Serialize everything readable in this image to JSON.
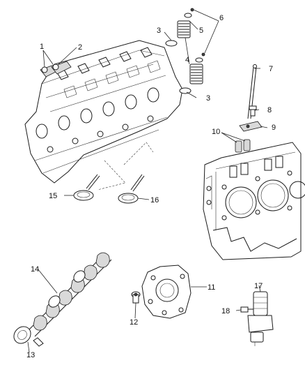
{
  "callouts": {
    "c1": "1",
    "c2": "2",
    "c3a": "3",
    "c3b": "3",
    "c4": "4",
    "c5": "5",
    "c6": "6",
    "c7": "7",
    "c8": "8",
    "c9": "9",
    "c10": "10",
    "c11": "11",
    "c12": "12",
    "c13": "13",
    "c14": "14",
    "c15": "15",
    "c16": "16",
    "c17": "17",
    "c18": "18"
  }
}
